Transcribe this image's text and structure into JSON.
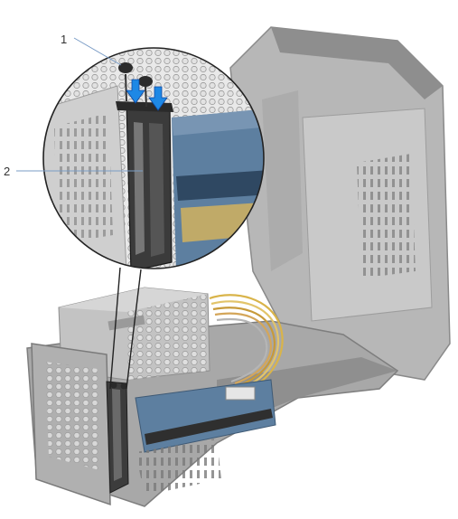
{
  "callouts": [
    {
      "number": "1",
      "part": "screws"
    },
    {
      "number": "2",
      "part": "bracket"
    }
  ],
  "colors": {
    "chassis": "#9a9a9a",
    "chassis_dark": "#5a5a5a",
    "mesh": "#c4c4c4",
    "psu": "#bdbdbd",
    "board": "#4b6f8f",
    "bracket": "#3b3b3b",
    "arrow": "#1e88e5",
    "leader": "#7a9cc6",
    "outline": "#222222"
  }
}
